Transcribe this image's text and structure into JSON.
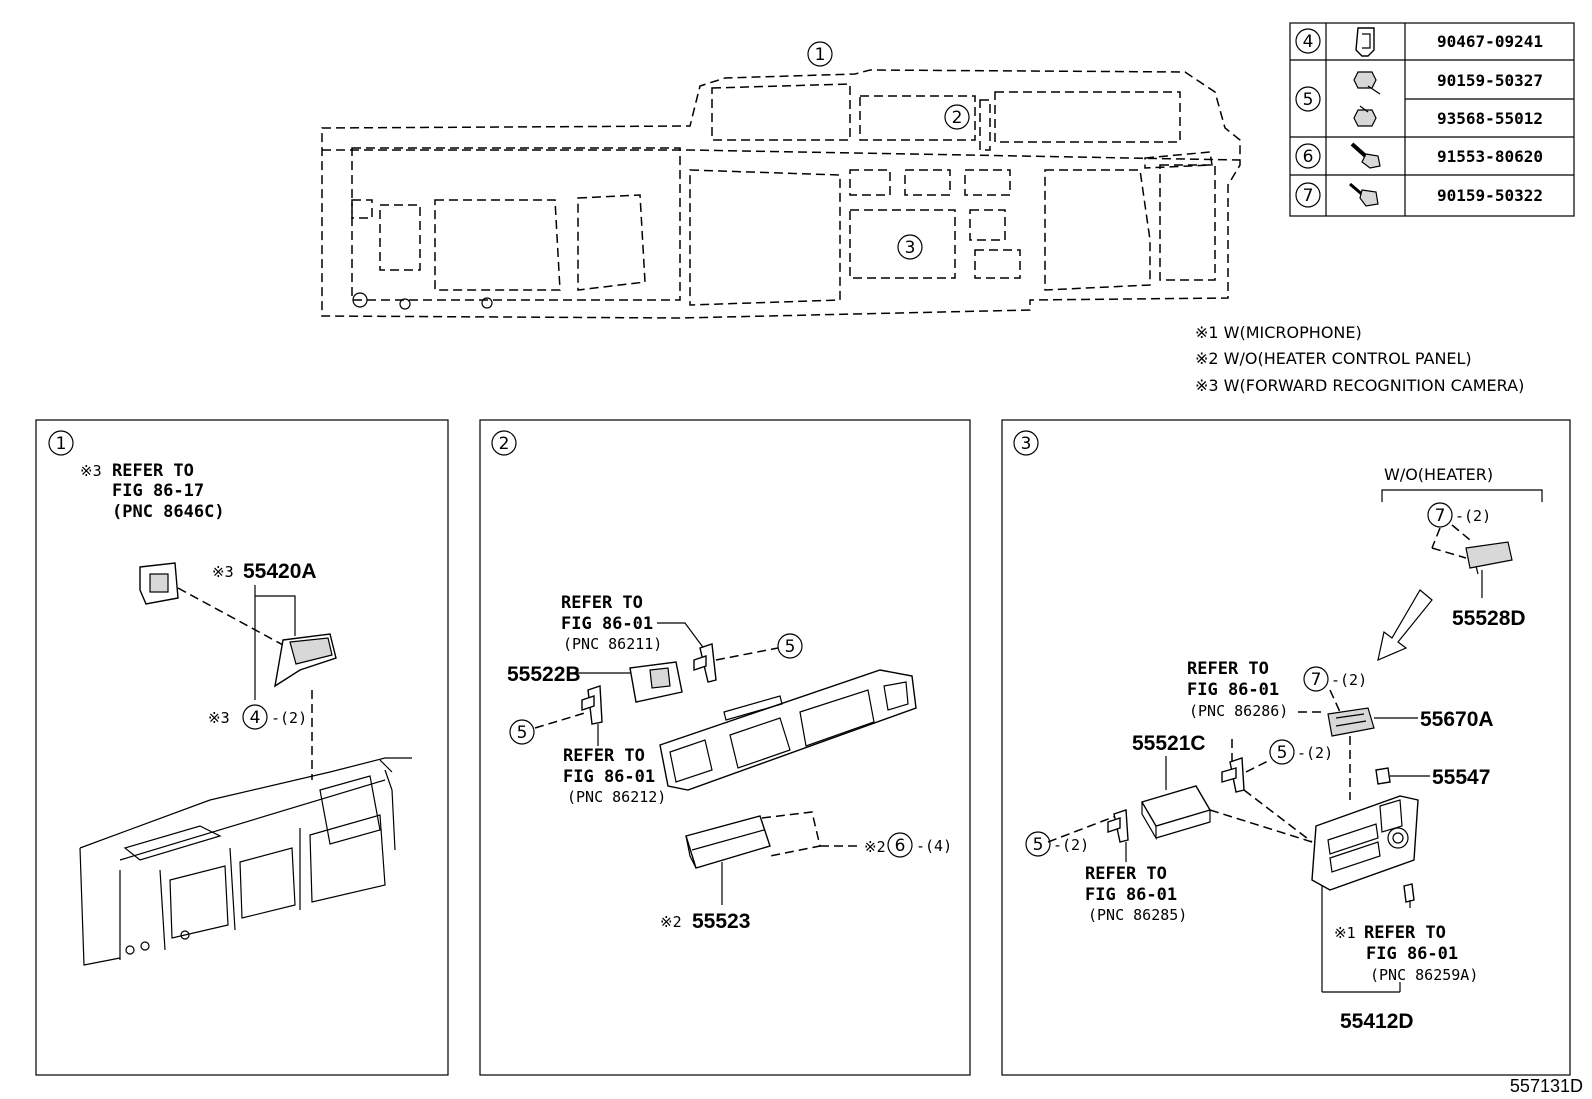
{
  "overview": {
    "callouts": [
      "1",
      "2",
      "3"
    ]
  },
  "fastener_table": {
    "rows": [
      {
        "callout": "4",
        "icon": "clip-icon",
        "parts": [
          "90467-09241"
        ]
      },
      {
        "callout": "5",
        "icon": "screw-icon",
        "parts": [
          "90159-50327",
          "93568-55012"
        ]
      },
      {
        "callout": "6",
        "icon": "bolt-icon",
        "parts": [
          "91553-80620"
        ]
      },
      {
        "callout": "7",
        "icon": "screw-icon",
        "parts": [
          "90159-50322"
        ]
      }
    ]
  },
  "notes": [
    "※1 W(MICROPHONE)",
    "※2 W/O(HEATER CONTROL PANEL)",
    "※3 W(FORWARD RECOGNITION CAMERA)"
  ],
  "panel1": {
    "callout": "1",
    "ref_mark": "※3",
    "ref_lines": [
      "REFER TO",
      "FIG 86-17",
      "(PNC 8646C)"
    ],
    "part_mark": "※3",
    "part_no": "55420A",
    "fastener_mark": "※3",
    "fastener_callout": "4",
    "fastener_qty": "-(2)"
  },
  "panel2": {
    "callout": "2",
    "ref_top": [
      "REFER TO",
      "FIG 86-01",
      "(PNC 86211)"
    ],
    "ref_bottom": [
      "REFER TO",
      "FIG 86-01",
      "(PNC 86212)"
    ],
    "part_a": "55522B",
    "part_b_mark": "※2",
    "part_b": "55523",
    "screw_callout": "5",
    "bolt_mark": "※2",
    "bolt_callout": "6",
    "bolt_qty": "-(4)"
  },
  "panel3": {
    "callout": "3",
    "wo_heater": "W/O(HEATER)",
    "ref_a": [
      "REFER TO",
      "FIG 86-01",
      "(PNC 86286)"
    ],
    "ref_b": [
      "REFER TO",
      "FIG 86-01",
      "(PNC 86285)"
    ],
    "ref_c_mark": "※1",
    "ref_c": [
      "REFER TO",
      "FIG 86-01",
      "(PNC 86259A)"
    ],
    "parts": [
      "55528D",
      "55670A",
      "55521C",
      "55547",
      "55412D"
    ],
    "screw7": "7",
    "screw7_qty": "-(2)",
    "screw5": "5",
    "screw5_qty": "-(2)"
  },
  "figure_id": "557131D"
}
